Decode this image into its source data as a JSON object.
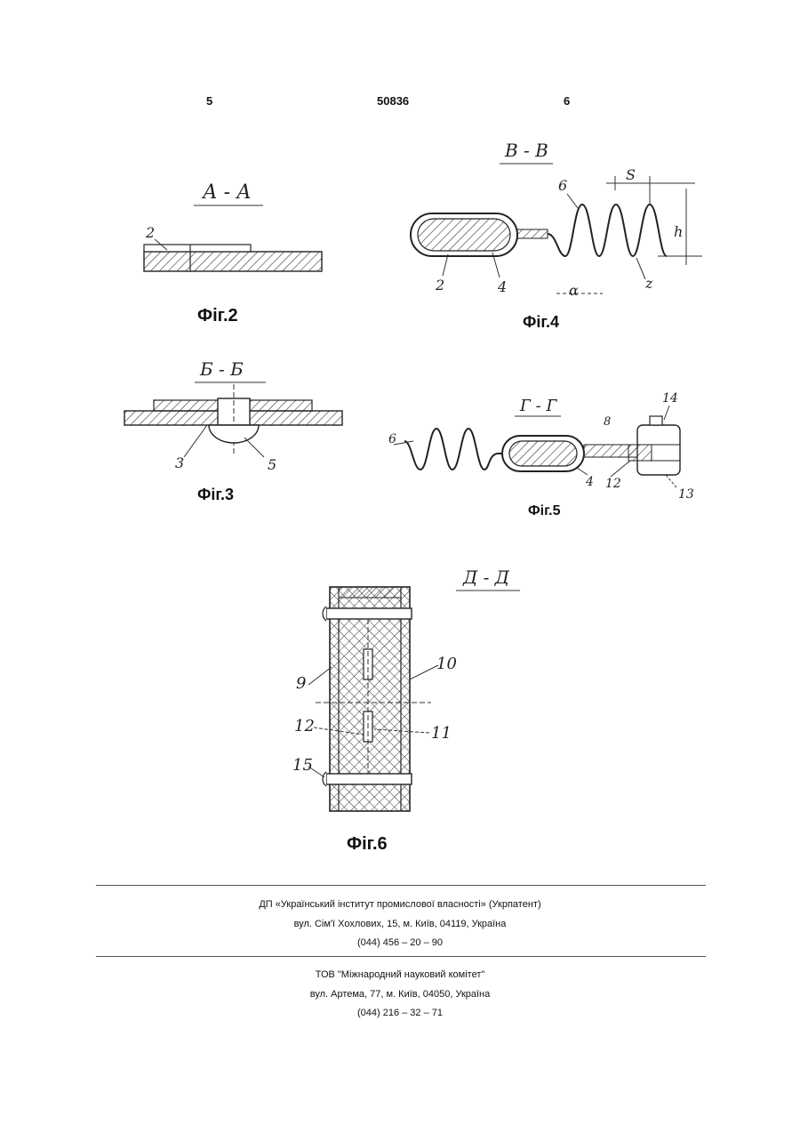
{
  "header": {
    "page_left": "5",
    "patent_number": "50836",
    "page_right": "6"
  },
  "figures": {
    "fig2": {
      "section": "А - А",
      "caption": "Фіг.2",
      "labels": [
        "2"
      ]
    },
    "fig3": {
      "section": "Б - Б",
      "caption": "Фіг.3",
      "labels": [
        "3",
        "5"
      ]
    },
    "fig4": {
      "section": "В - В",
      "caption": "Фіг.4",
      "labels": [
        "6",
        "S",
        "h",
        "2",
        "4",
        "α",
        "z"
      ]
    },
    "fig5": {
      "section": "Г - Г",
      "caption": "Фіг.5",
      "labels": [
        "6",
        "8",
        "14",
        "4",
        "12",
        "13"
      ]
    },
    "fig6": {
      "section": "Д - Д",
      "caption": "Фіг.6",
      "labels": [
        "9",
        "10",
        "12",
        "11",
        "15"
      ]
    }
  },
  "footer": {
    "org1": {
      "name": "ДП «Український інститут промислової власності» (Укрпатент)",
      "address": "вул. Сім'ї Хохлових, 15, м. Київ, 04119, Україна",
      "phone": "(044) 456 – 20 – 90"
    },
    "org2": {
      "name": "ТОВ \"Міжнародний науковий комітет\"",
      "address": "вул. Артема, 77, м. Київ, 04050, Україна",
      "phone": "(044) 216 – 32 – 71"
    }
  }
}
